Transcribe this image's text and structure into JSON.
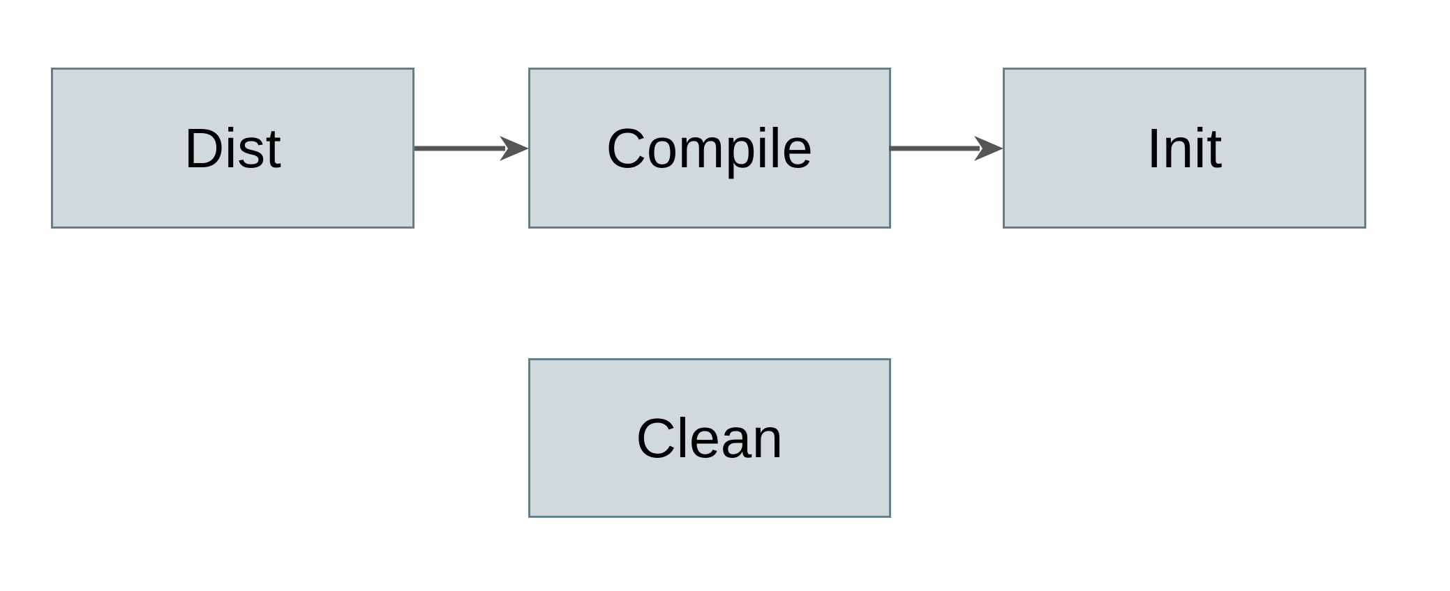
{
  "diagram": {
    "type": "flowchart",
    "nodes": [
      {
        "id": "dist",
        "label": "Dist"
      },
      {
        "id": "compile",
        "label": "Compile"
      },
      {
        "id": "init",
        "label": "Init"
      },
      {
        "id": "clean",
        "label": "Clean"
      }
    ],
    "edges": [
      {
        "from": "Dist",
        "to": "Compile",
        "direction": "right"
      },
      {
        "from": "Compile",
        "to": "Init",
        "direction": "right"
      }
    ],
    "colors": {
      "background": "#ffffff",
      "node_fill": "#d2d9dc",
      "node_border": "#647f8c",
      "arrow": "#555555",
      "text": "#000000"
    }
  }
}
